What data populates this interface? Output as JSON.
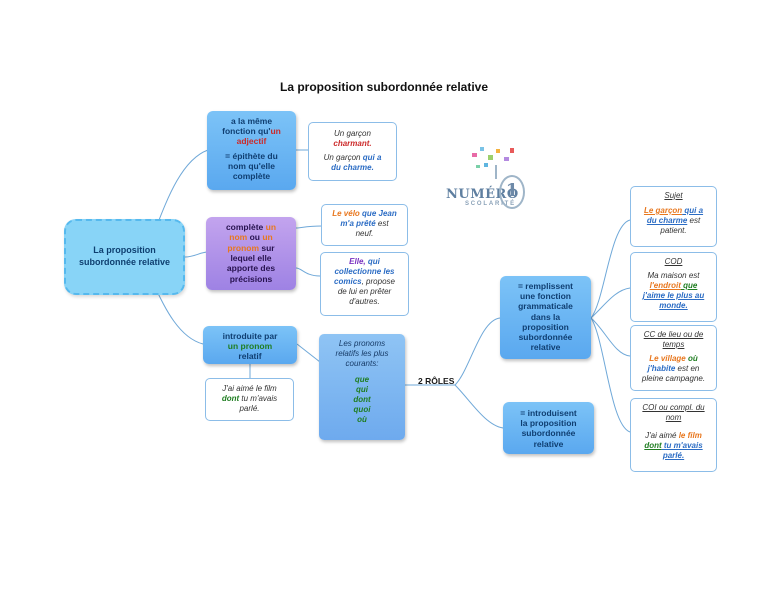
{
  "title": "La proposition subordonnée relative",
  "root": {
    "line1": "La proposition",
    "line2": "subordonnée relative"
  },
  "roles_label": "2 RÔLES",
  "logo": {
    "word": "NUMÉRO",
    "digit": "1",
    "sub": "SCOLARITÉ"
  },
  "branch_adjectif": {
    "l1a": "a la même",
    "l1b": "fonction qu'",
    "l1c": "un",
    "l1d": "adjectif",
    "l2a": "= épithète du",
    "l2b": "nom qu'elle",
    "l2c": "complète"
  },
  "ex_adjectif": {
    "a1": "Un garçon",
    "a2": "charmant.",
    "b1": "Un garçon ",
    "b2": "qui a",
    "b3": "du charme."
  },
  "branch_nom": {
    "a": "complète ",
    "b": "un",
    "c": "nom",
    "d": " ou ",
    "e": "un",
    "f": "pronom",
    "g": " sur",
    "h": "lequel elle",
    "i": "apporte des",
    "j": "précisions"
  },
  "ex_velo": {
    "a": "Le vélo ",
    "b": "que Jean",
    "c": "m'a prêté",
    "d": " est",
    "e": "neuf."
  },
  "ex_elle": {
    "a": "Elle, ",
    "b": "qui",
    "c": "collectionne les",
    "d": "comics",
    "e": ", propose",
    "f": "de lui en prêter",
    "g": "d'autres."
  },
  "branch_pronom": {
    "a": "introduite par",
    "b": "un pronom",
    "c": "relatif"
  },
  "ex_film1": {
    "a": "J'ai aimé le film",
    "b": "dont",
    "c": " tu m'avais",
    "d": "parlé."
  },
  "pronoms": {
    "intro": [
      "Les pronoms",
      "relatifs les plus",
      "courants:"
    ],
    "list": [
      "que",
      "qui",
      "dont",
      "quoi",
      "où"
    ]
  },
  "role1": {
    "lines": [
      "= remplissent",
      "une fonction",
      "grammaticale",
      "dans la",
      "proposition",
      "subordonnée",
      "relative"
    ]
  },
  "role2": {
    "lines": [
      "= introduisent",
      "la proposition",
      "subordonnée",
      "relative"
    ]
  },
  "sujet": {
    "head": "Sujet",
    "a": "Le garçon",
    "b": " qui a",
    "c": "du charme",
    "d": " est",
    "e": "patient."
  },
  "cod": {
    "head": "COD",
    "a": "Ma maison est",
    "b": "l'endroit",
    "c": " que",
    "d": "j'aime le plus au",
    "e": "monde."
  },
  "cc": {
    "head1": "CC de lieu ou de",
    "head2": "temps",
    "a": "Le village",
    "b": " où",
    "c": "j'habite",
    "d": " est en",
    "e": "pleine campagne."
  },
  "coi": {
    "head1": "COI ou compl. du",
    "head2": "nom",
    "a": "J'ai aimé ",
    "b": "le film",
    "c": "dont",
    "d": " tu m'avais",
    "e": "parlé."
  }
}
